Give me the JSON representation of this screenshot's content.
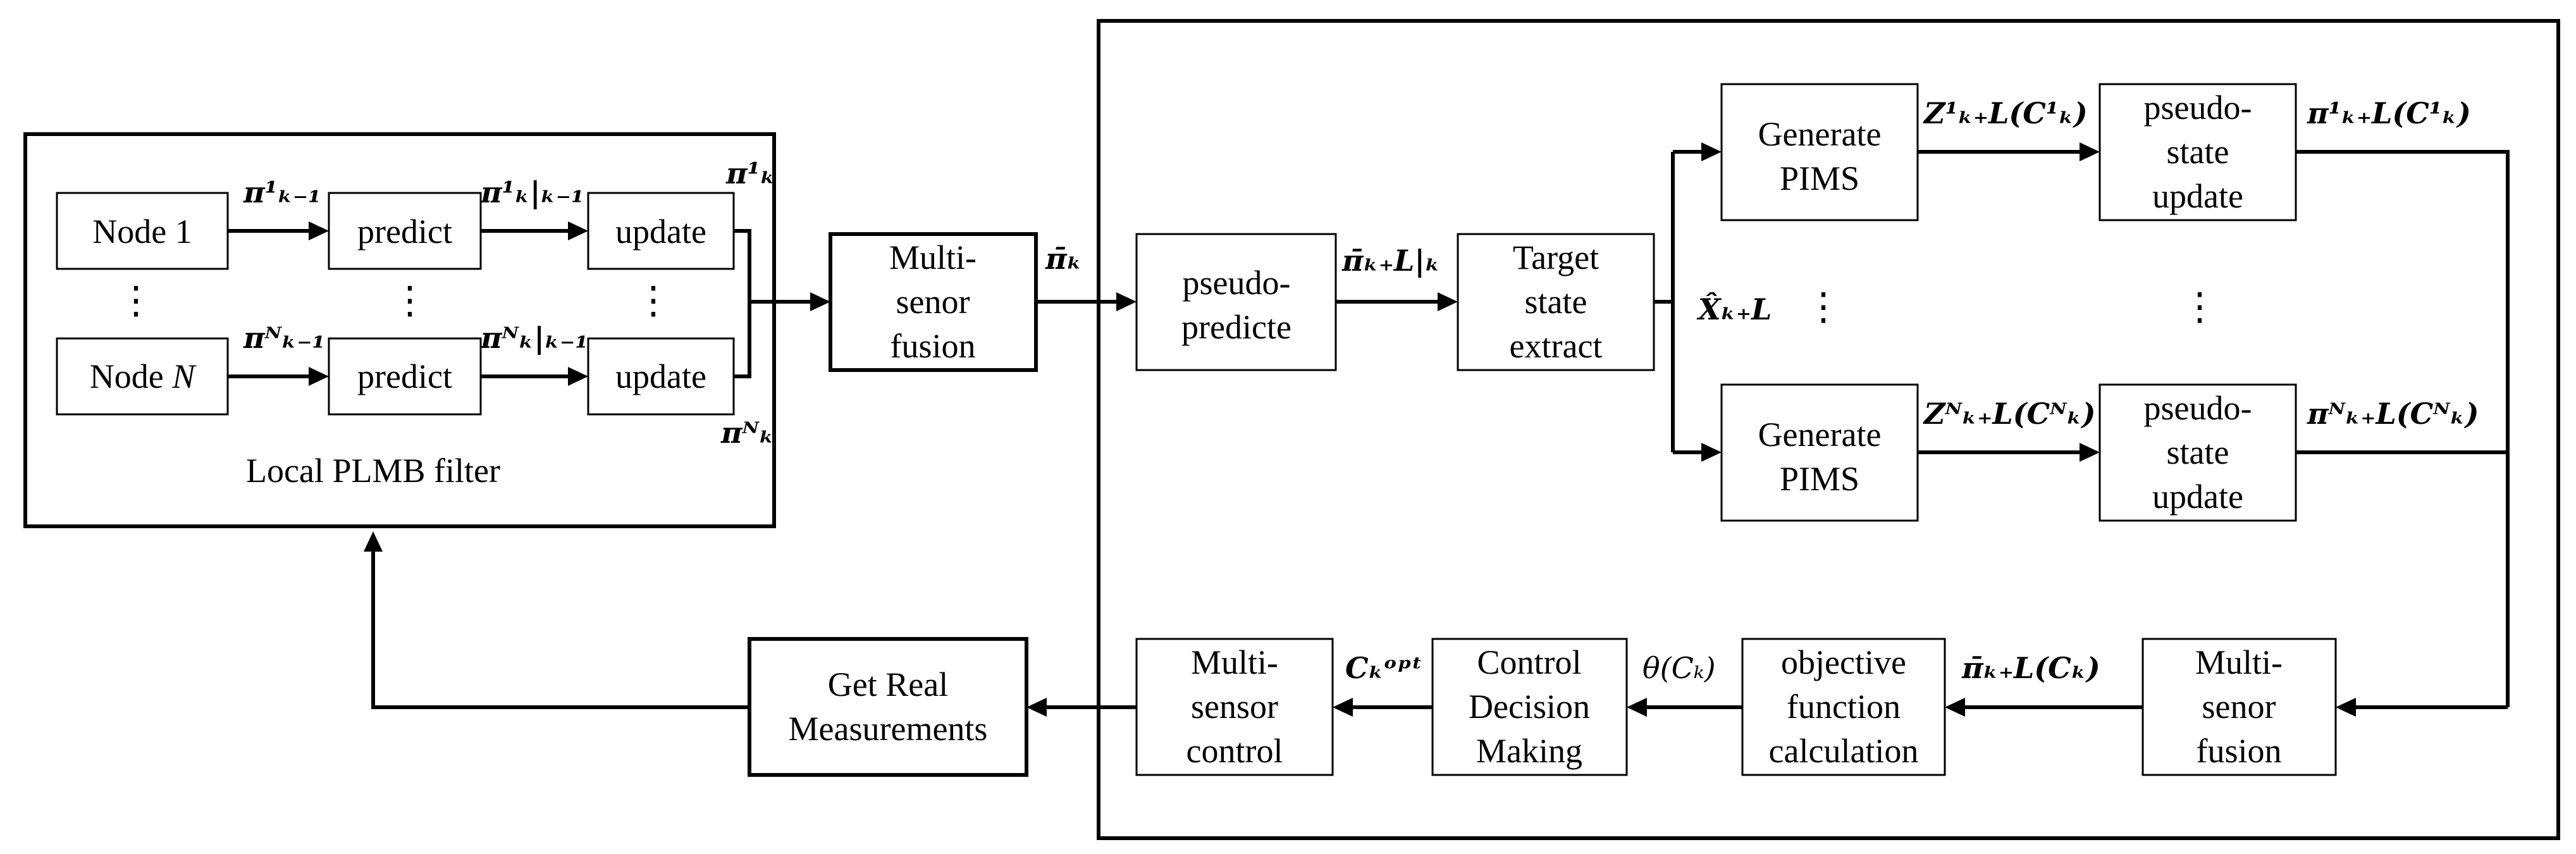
{
  "local_filter": {
    "caption": "Local PLMB filter",
    "node_1": "Node 1",
    "node_n_prefix": "Node ",
    "node_n_var": "N",
    "predict": "predict",
    "update": "update"
  },
  "fusion_left": [
    "Multi-",
    "senor",
    "fusion"
  ],
  "pseudo_predict": [
    "pseudo-",
    "predicte"
  ],
  "target_state": [
    "Target",
    "state",
    "extract"
  ],
  "generate_pims": [
    "Generate",
    "PIMS"
  ],
  "pseudo_state_update": [
    "pseudo-",
    "state",
    "update"
  ],
  "fusion_right": [
    "Multi-",
    "senor",
    "fusion"
  ],
  "objective": [
    "objective",
    "function",
    "calculation"
  ],
  "control_decision": [
    "Control",
    "Decision",
    "Making"
  ],
  "multisensor_control": [
    "Multi-",
    "sensor",
    "control"
  ],
  "get_real": [
    "Get Real",
    "Measurements"
  ],
  "math": {
    "pi_k_minus_1_node1": "π¹ₖ₋₁",
    "pi_pred_node1": "π¹ₖ|ₖ₋₁",
    "pi_k_node1": "π¹ₖ",
    "pi_k_minus_1_nodeN": "πᴺₖ₋₁",
    "pi_pred_nodeN": "πᴺₖ|ₖ₋₁",
    "pi_k_nodeN": "πᴺₖ",
    "pi_bar_k": "π̄ₖ",
    "pi_bar_pred": "π̄ₖ₊L|ₖ",
    "x_hat": "X̂ₖ₊L",
    "z_1": "Z¹ₖ₊L(C¹ₖ)",
    "pi_1_out": "π¹ₖ₊L(C¹ₖ)",
    "z_N": "Zᴺₖ₊L(Cᴺₖ)",
    "pi_N_out": "πᴺₖ₊L(Cᴺₖ)",
    "pi_bar_fused": "π̄ₖ₊L(Cₖ)",
    "theta": "θ(Cₖ)",
    "c_opt": "Cₖᵒᵖᵗ"
  },
  "ellipsis": "⋮"
}
